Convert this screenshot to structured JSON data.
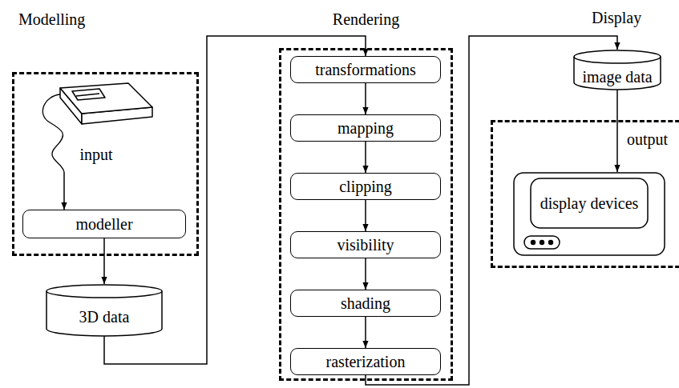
{
  "diagram": {
    "nodes": [
      {
        "text": [
          "Modelling"
        ]
      },
      {
        "text": [
          "input"
        ],
        "in": 0
      },
      {
        "text": [
          "modeller"
        ],
        "in": 0
      },
      {
        "text": [
          "3D data"
        ]
      },
      {
        "text": [
          "Rendering"
        ]
      },
      {
        "text": [
          "transformations"
        ],
        "in": 4
      },
      {
        "text": [
          "mapping"
        ],
        "in": 4
      },
      {
        "text": [
          "clipping"
        ],
        "in": 4
      },
      {
        "text": [
          "visibility"
        ],
        "in": 4
      },
      {
        "text": [
          "shading"
        ],
        "in": 4
      },
      {
        "text": [
          "rasterization"
        ],
        "in": 4
      },
      {
        "text": [
          "image data"
        ]
      },
      {
        "text": [
          "output"
        ]
      },
      {
        "text": [
          "display devices"
        ],
        "in": 12
      }
    ],
    "edges": [
      {
        "from": 1,
        "to": 2,
        "arrow": "to"
      },
      {
        "from": 2,
        "to": 3,
        "arrow": "to"
      },
      {
        "from": 3,
        "to": 5,
        "arrow": "to"
      },
      {
        "from": 5,
        "to": 6,
        "arrow": "to"
      },
      {
        "from": 6,
        "to": 7,
        "arrow": "to"
      },
      {
        "from": 7,
        "to": 8,
        "arrow": "to"
      },
      {
        "from": 8,
        "to": 9,
        "arrow": "to"
      },
      {
        "from": 9,
        "to": 10,
        "arrow": "to"
      },
      {
        "from": 10,
        "to": 11,
        "arrow": "to"
      },
      {
        "from": 11,
        "to": 13,
        "arrow": "to"
      }
    ],
    "labels": [
      "Display"
    ]
  }
}
